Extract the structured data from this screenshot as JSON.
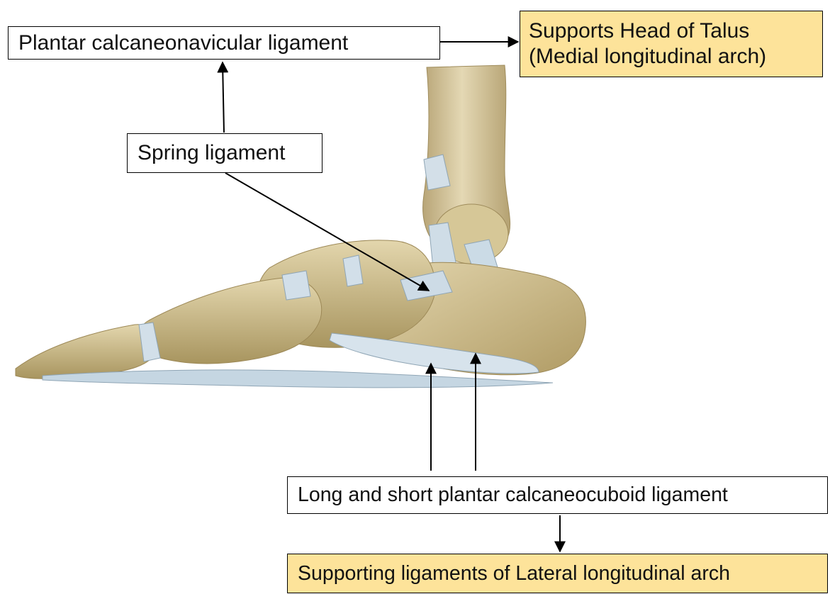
{
  "labels": {
    "plantar_calcaneonavicular": "Plantar calcaneonavicular ligament",
    "head_of_talus_line1": "Supports Head of Talus",
    "head_of_talus_line2": "(Medial longitudinal arch)",
    "spring_ligament": "Spring ligament",
    "long_short_plantar": "Long and short plantar calcaneocuboid ligament",
    "lateral_arch": "Supporting ligaments of Lateral longitudinal arch"
  },
  "colors": {
    "result_box_fill": "#fde39a",
    "border": "#000000",
    "bone": "#d8c99a",
    "bone_shadow": "#a99563",
    "ligament": "#c8d8e4"
  }
}
